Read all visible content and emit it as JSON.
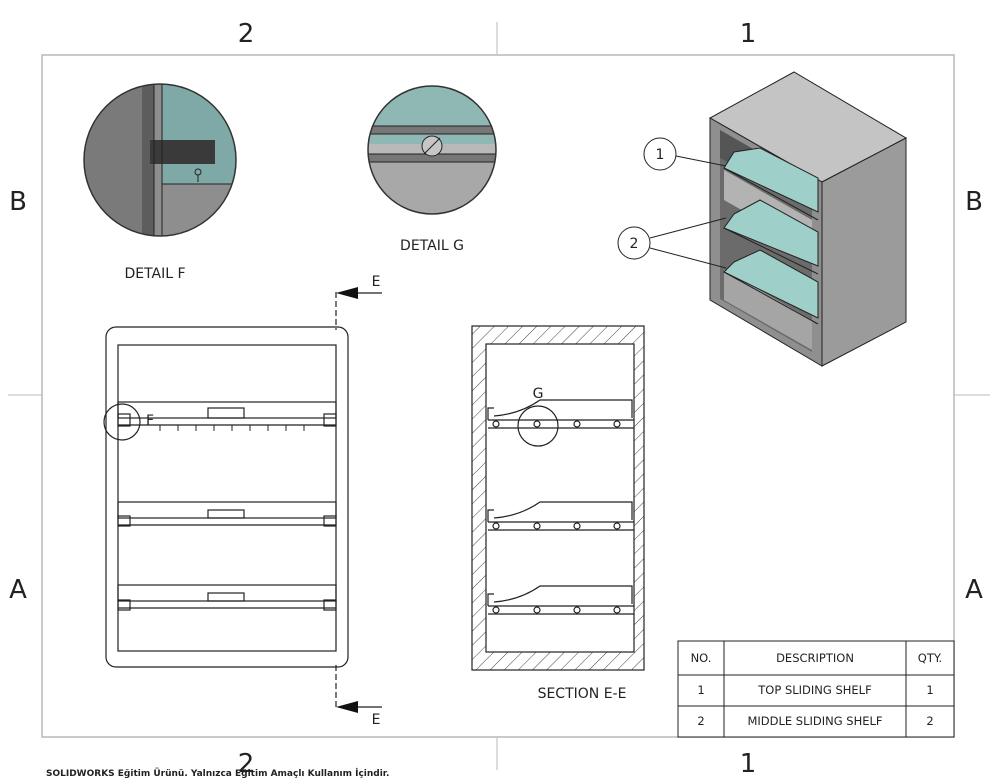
{
  "zones": {
    "top_left": "2",
    "top_right": "1",
    "bottom_left": "2",
    "bottom_right": "1",
    "left_upper": "B",
    "right_upper": "B",
    "left_lower": "A",
    "right_lower": "A"
  },
  "views": {
    "detail_f": "DETAIL F",
    "detail_g": "DETAIL G",
    "section": "SECTION E-E",
    "section_letter_top": "E",
    "section_letter_bottom": "E",
    "detail_letter_f": "F",
    "detail_letter_g": "G"
  },
  "balloons": {
    "b1": "1",
    "b2": "2"
  },
  "bom": {
    "headers": [
      "NO.",
      "DESCRIPTION",
      "QTY."
    ],
    "rows": [
      {
        "no": "1",
        "desc": "TOP SLIDING SHELF",
        "qty": "1"
      },
      {
        "no": "2",
        "desc": "MIDDLE SLIDING SHELF",
        "qty": "2"
      }
    ]
  },
  "footer": "SOLIDWORKS Eğitim Ürünü. Yalnızca Eğitim Amaçlı Kullanım İçindir.",
  "colors": {
    "glass": "#9fcfc9",
    "metal": "#8a8a8a",
    "dark_metal": "#5a5a5a",
    "line": "#222222"
  }
}
